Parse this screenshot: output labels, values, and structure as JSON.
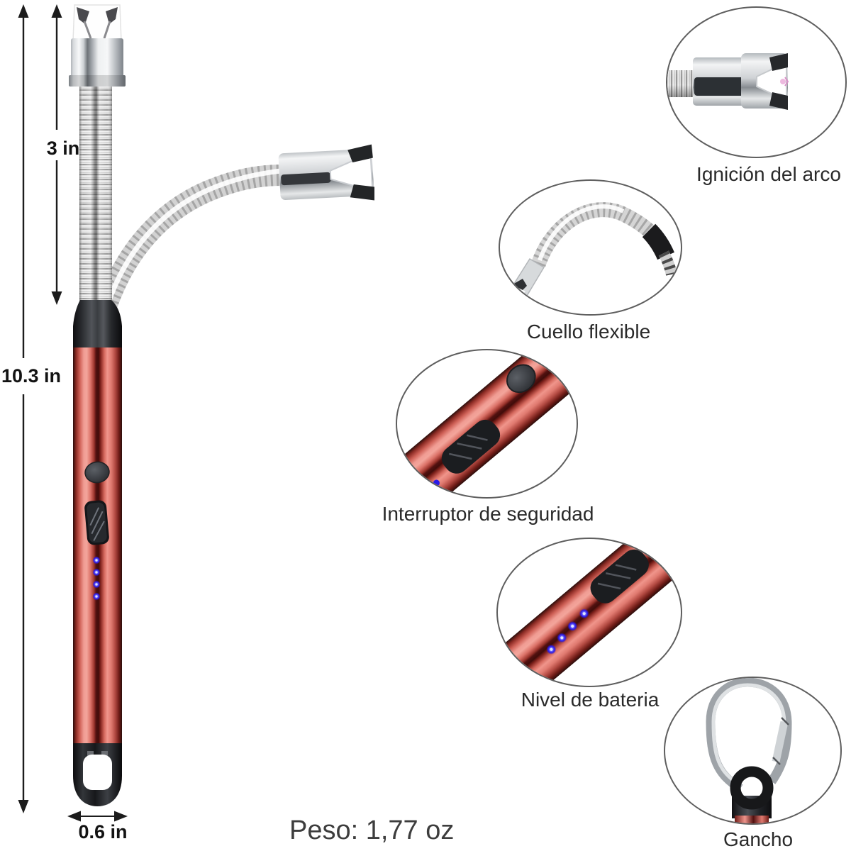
{
  "dimensions": {
    "neck_length": "3 in",
    "total_length": "10.3 in",
    "width": "0.6 in"
  },
  "weight": "Peso: 1,77 oz",
  "callouts": {
    "arc_ignition": "Ignición del arco",
    "flexible_neck": "Cuello flexible",
    "safety_switch": "Interruptor de seguridad",
    "battery_level": "Nivel de bateria",
    "hook": "Gancho"
  },
  "colors": {
    "body_red_highlight": "#f09c93",
    "body_red_dark": "#521110",
    "metal_silver": "#d9dcdf",
    "trim_black": "#1d1f22",
    "led_blue": "#2a1ae8",
    "label_text": "#2a2a2a",
    "background": "#ffffff"
  }
}
